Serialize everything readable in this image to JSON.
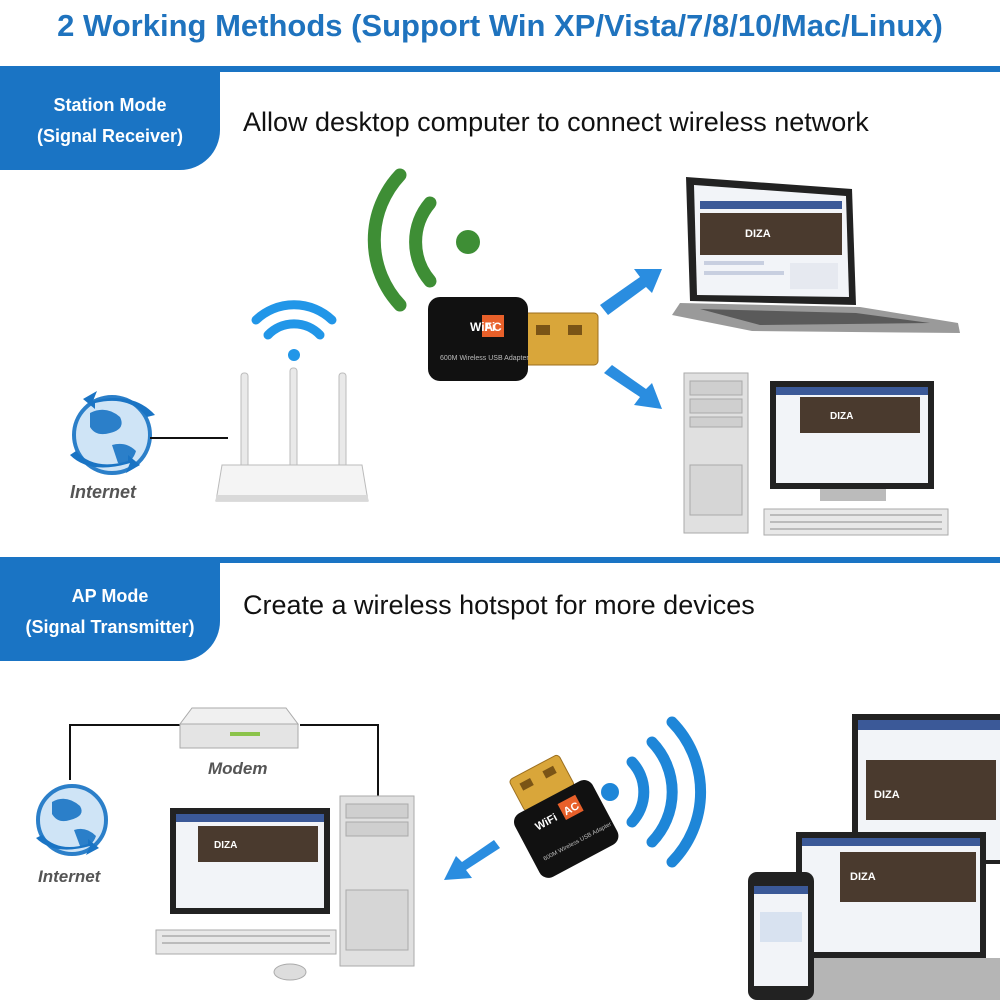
{
  "header": {
    "title": "2 Working Methods (Support Win XP/Vista/7/8/10/Mac/Linux)"
  },
  "station": {
    "tab_line1": "Station Mode",
    "tab_line2": "(Signal Receiver)",
    "description": "Allow desktop computer to connect wireless network",
    "internet_label": "Internet",
    "adapter_brand": "WiFi",
    "adapter_badge": "AC",
    "adapter_text": "600M Wireless USB Adapter"
  },
  "ap": {
    "tab_line1": "AP Mode",
    "tab_line2": "(Signal Transmitter)",
    "description": "Create a wireless hotspot for more devices",
    "internet_label": "Internet",
    "modem_label": "Modem",
    "adapter_brand": "WiFi",
    "adapter_badge": "AC",
    "adapter_text": "600M Wireless USB Adapter"
  },
  "screen": {
    "brand": "DIZA"
  },
  "colors": {
    "accent": "#1a74c4",
    "wifi_green": "#3e8e35",
    "wifi_blue": "#1e86d8",
    "arrow_blue": "#2a8de0",
    "adapter_orange": "#e8602a",
    "gold": "#d9a63a"
  },
  "icons": [
    "globe-icon",
    "wifi-icon",
    "arrow-icon",
    "router-icon",
    "laptop-icon",
    "desktop-icon",
    "modem-icon",
    "phone-icon",
    "usb-adapter-icon"
  ]
}
